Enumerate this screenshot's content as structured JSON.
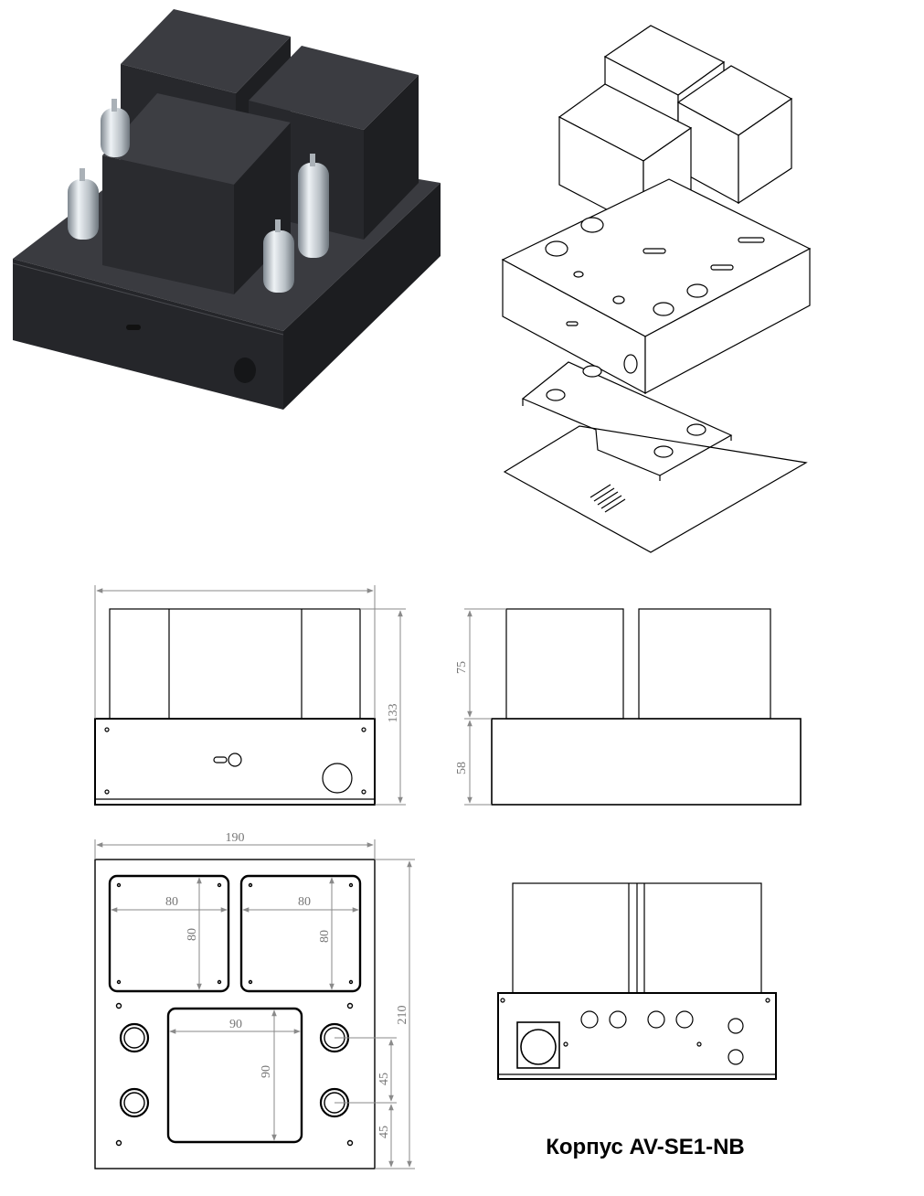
{
  "title": "Корпус AV-SE1-NB",
  "colors": {
    "chassis": "#26272b",
    "dimension": "#8a8a8a",
    "line": "#000000",
    "tube_glass": "#cfd4d8"
  },
  "front_view": {
    "dim_height": "133"
  },
  "side_view": {
    "dim_transformer": "75",
    "dim_chassis": "58"
  },
  "top_view": {
    "dim_width": "190",
    "dim_depth": "210",
    "transformer_left": {
      "w": "80",
      "h": "80"
    },
    "transformer_right": {
      "w": "80",
      "h": "80"
    },
    "center_cutout": {
      "w": "90",
      "h": "90"
    },
    "dim_spacing_top": "45",
    "dim_spacing_bottom": "45"
  }
}
